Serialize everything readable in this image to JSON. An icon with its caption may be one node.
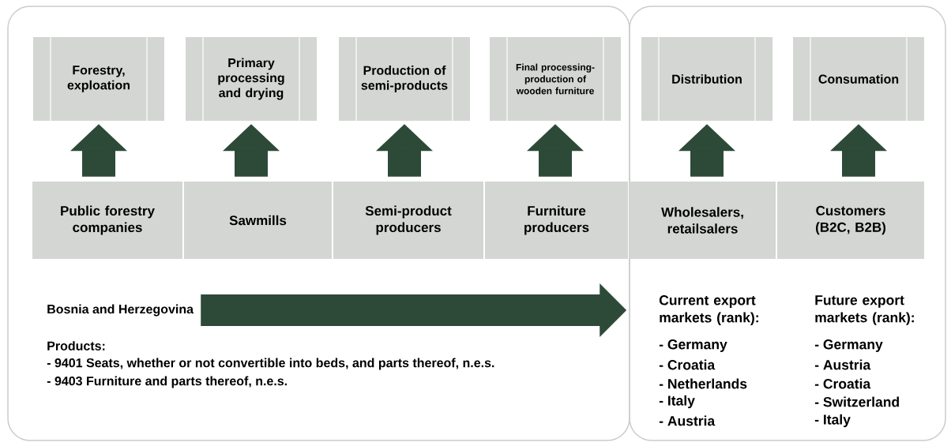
{
  "diagram": {
    "nodes": [
      {
        "text": [],
        "shape": "box"
      },
      {
        "text": [],
        "shape": "box"
      },
      {
        "text": [
          "Forestry, exploation"
        ],
        "in": 0
      },
      {
        "text": [
          "Primary processing and drying"
        ],
        "in": 0
      },
      {
        "text": [
          "Production of semi-products"
        ],
        "in": 0
      },
      {
        "text": [
          "Final processing-production of wooden furniture"
        ],
        "in": 0
      },
      {
        "text": [
          "Distribution"
        ],
        "in": 1
      },
      {
        "text": [
          "Consumation"
        ],
        "in": 1
      },
      {
        "text": [
          "Public forestry companies"
        ],
        "in": 0
      },
      {
        "text": [
          "Sawmills"
        ],
        "in": 0
      },
      {
        "text": [
          "Semi-product producers"
        ],
        "in": 0
      },
      {
        "text": [
          "Furniture producers"
        ],
        "in": 0
      },
      {
        "text": [
          "Wholesalers, retailsalers"
        ],
        "in": 1
      },
      {
        "text": [
          "Customers (B2C, B2B)"
        ],
        "in": 1
      },
      {
        "text": [
          "Bosnia and Herzegovina"
        ],
        "in": 0
      }
    ],
    "edges": [
      {
        "from": 8,
        "to": 2,
        "arrow": "to"
      },
      {
        "from": 9,
        "to": 3,
        "arrow": "to"
      },
      {
        "from": 10,
        "to": 4,
        "arrow": "to"
      },
      {
        "from": 11,
        "to": 5,
        "arrow": "to"
      },
      {
        "from": 12,
        "to": 6,
        "arrow": "to"
      },
      {
        "from": 13,
        "to": 7,
        "arrow": "to"
      },
      {
        "from": 14,
        "to": 1,
        "arrow": "to"
      }
    ],
    "labels": [
      "Products:",
      "- 9401 Seats, whether or not convertible into beds, and parts thereof, n.e.s.",
      "- 9403 Furniture and parts thereof, n.e.s.",
      "Current export markets (rank):",
      "- Germany",
      "- Croatia",
      "- Netherlands",
      "- Italy",
      "- Austria",
      "Future export markets (rank):",
      "- Germany",
      "- Austria",
      "- Croatia",
      "- Switzerland",
      "- Italy"
    ]
  }
}
